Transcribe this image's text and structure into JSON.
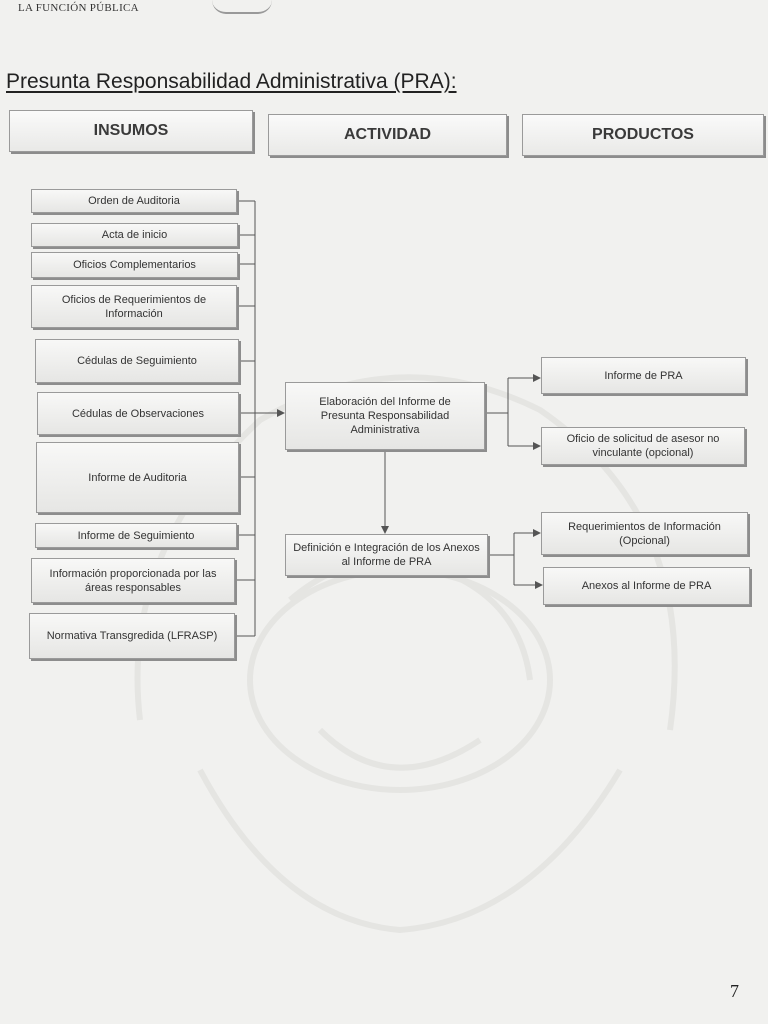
{
  "header": {
    "organization": "LA FUNCIÓN PÚBLICA"
  },
  "section_title": "Presunta Responsabilidad Administrativa (PRA):",
  "columns": {
    "insumos": "INSUMOS",
    "actividad": "ACTIVIDAD",
    "productos": "PRODUCTOS"
  },
  "insumos": [
    "Orden de Auditoria",
    "Acta de inicio",
    "Oficios Complementarios",
    "Oficios de Requerimientos de Información",
    "Cédulas de Seguimiento",
    "Cédulas de Observaciones",
    "Informe de Auditoria",
    "Informe de Seguimiento",
    "Información proporcionada por las áreas responsables",
    "Normativa Transgredida (LFRASP)"
  ],
  "actividades": [
    "Elaboración del Informe de Presunta Responsabilidad Administrativa",
    "Definición e Integración de los Anexos al Informe de PRA"
  ],
  "productos": [
    "Informe de PRA",
    "Oficio de solicitud de asesor no vinculante (opcional)",
    "Requerimientos de Información (Opcional)",
    "Anexos al Informe de PRA"
  ],
  "page_number": "7",
  "colors": {
    "box_border": "#9a9a9a",
    "line": "#555555",
    "background": "#f1f1ef"
  }
}
